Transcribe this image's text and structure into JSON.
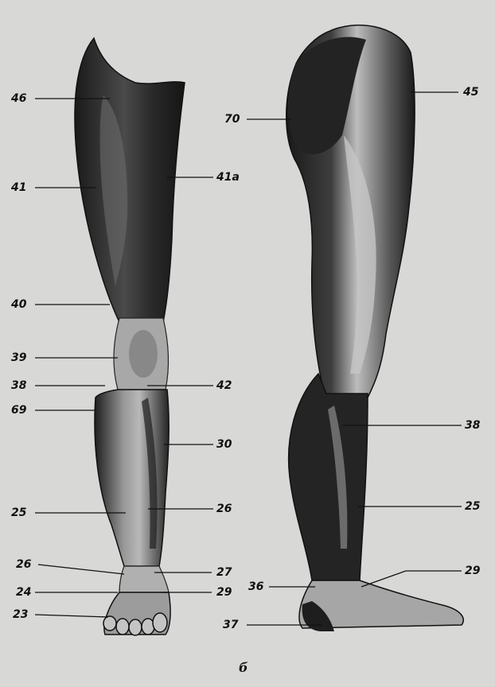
{
  "figure": {
    "caption": "б",
    "colors": {
      "paper": "#d8d8d6",
      "muscle_dark": "#1c1c1c",
      "muscle_mid": "#5a5a5a",
      "tendon_light": "#b9b9b9",
      "ink": "#111111"
    },
    "anterior_labels": {
      "l46": "46",
      "l41": "41",
      "l41a": "41a",
      "l40": "40",
      "l39": "39",
      "l38": "38",
      "l69": "69",
      "l42": "42",
      "l30": "30",
      "l25": "25",
      "l26a": "26",
      "l26b": "26",
      "l27": "27",
      "l24": "24",
      "l29": "29",
      "l23": "23"
    },
    "lateral_labels": {
      "l70": "70",
      "l45": "45",
      "l38": "38",
      "l25": "25",
      "l29": "29",
      "l36": "36",
      "l37": "37"
    }
  }
}
